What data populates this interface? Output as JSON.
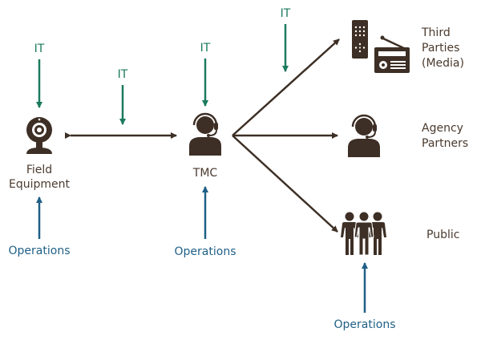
{
  "colors": {
    "icon": "#3d2f25",
    "it_arrow": "#1b7a5e",
    "ops_arrow": "#1f5f86",
    "flow_arrow": "#3d2f25",
    "node_text": "#4a3a2e"
  },
  "nodes": {
    "field_equipment": {
      "label_line1": "Field",
      "label_line2": "Equipment",
      "icon": "webcam-icon"
    },
    "tmc": {
      "label": "TMC",
      "icon": "headset-operator-icon"
    },
    "third_parties": {
      "label_line1": "Third",
      "label_line2": "Parties",
      "label_line3": "(Media)",
      "icons": [
        "remote-control-icon",
        "radio-icon"
      ]
    },
    "agency_partners": {
      "label_line1": "Agency",
      "label_line2": "Partners",
      "icon": "headset-operator-icon"
    },
    "public": {
      "label": "Public",
      "icon": "people-group-icon"
    }
  },
  "inputs": {
    "it_label": "IT",
    "operations_label": "Operations"
  },
  "edges": [
    {
      "from": "tmc",
      "to": "field_equipment",
      "bidirectional": true,
      "input": "IT"
    },
    {
      "from": "tmc",
      "to": "third_parties",
      "input": "IT"
    },
    {
      "from": "tmc",
      "to": "agency_partners"
    },
    {
      "from": "tmc",
      "to": "public"
    }
  ]
}
